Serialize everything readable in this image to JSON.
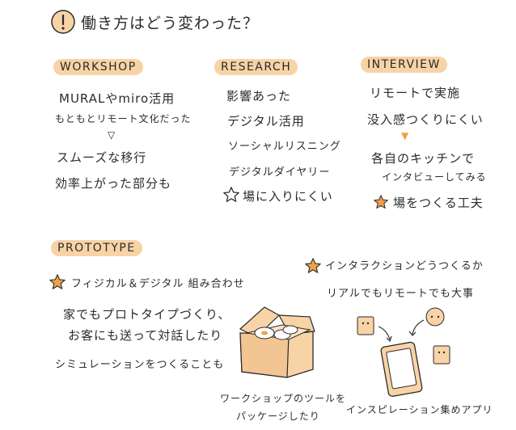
{
  "title": "働き方はどう変わった？",
  "icons": {
    "exclaim": "exclamation-circle-icon",
    "star": "star-icon",
    "box": "package-box-icon",
    "phone": "smartphone-icon",
    "accent": "#f0a04b",
    "label_bg": "#f7d3a6"
  },
  "workshop": {
    "label": "WORKSHOP",
    "line1": "MURALやmiro活用",
    "line2": "もともとリモート文化だった",
    "arrow": "▽",
    "line3": "スムーズな移行",
    "line4": "効率上がった部分も"
  },
  "research": {
    "label": "RESEARCH",
    "line1": "影響あった",
    "line2": "デジタル活用",
    "line3": "ソーシャルリスニング",
    "line4": "デジタルダイヤリー",
    "line5": "場に入りにくい"
  },
  "interview": {
    "label": "INTERVIEW",
    "line1": "リモートで実施",
    "line2": "没入感つくりにくい",
    "arrow": "▼",
    "line3": "各自のキッチンで",
    "line4": "インタビューしてみる",
    "line5": "場をつくる工夫"
  },
  "prototype": {
    "label": "PROTOTYPE",
    "line1": "フィジカル＆デジタル 組み合わせ",
    "line2": "家でもプロトタイプづくり、",
    "line3": "お客にも送って対話したり",
    "line4": "シミュレーションをつくることも",
    "caption1": "ワークショップのツールを",
    "caption2": "パッケージしたり"
  },
  "interaction": {
    "line1": "インタラクションどうつくるか",
    "line2": "リアルでもリモートでも大事",
    "caption": "インスピレーション集めアプリ"
  }
}
